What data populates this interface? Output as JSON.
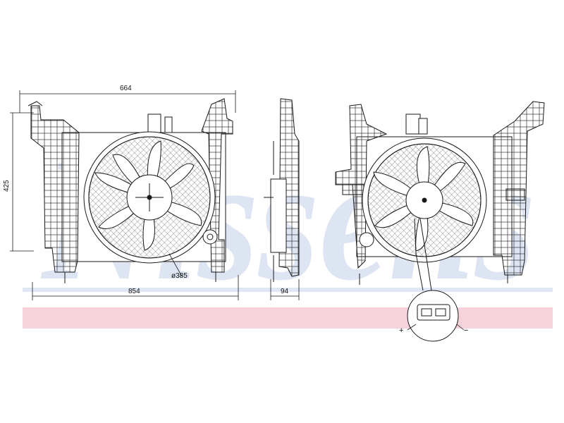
{
  "watermark": {
    "text": "Nissens",
    "color": "#b9c6e3",
    "band_color": "#f6d2da"
  },
  "dimensions": {
    "width_top": "664",
    "height_left": "425",
    "width_bottom": "854",
    "fan_diameter": "ø385",
    "depth": "94"
  },
  "connector": {
    "plus": "+",
    "minus": "−"
  },
  "colors": {
    "line": "#1a1a1a",
    "hatch": "#444444"
  }
}
